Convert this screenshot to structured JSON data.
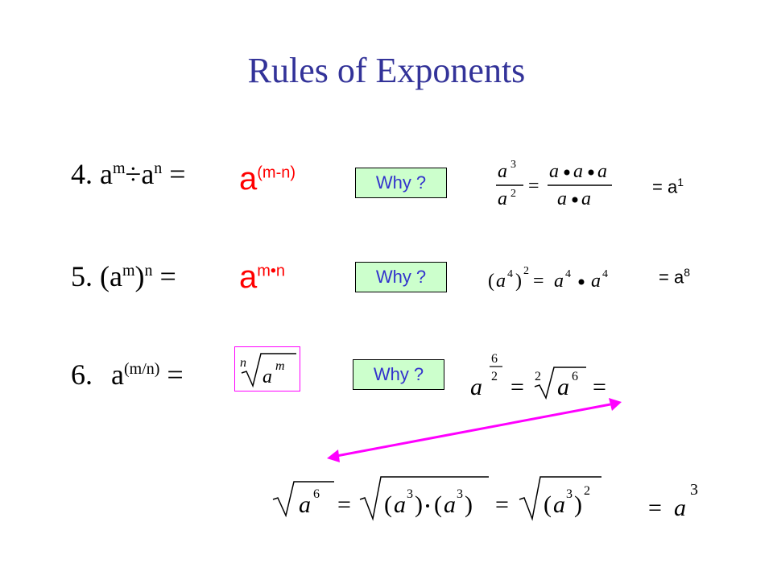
{
  "title": "Rules of Exponents",
  "rules": [
    {
      "number": "4.",
      "lhs": "a^m ÷ a^n =",
      "answer_base": "a",
      "answer_exp": "(m-n)",
      "why": "Why ?",
      "result_text": "= a",
      "result_exp": "1"
    },
    {
      "number": "5.",
      "lhs": "(a^m)^n =",
      "answer_base": "a",
      "answer_exp": "m•n",
      "why": "Why ?",
      "result_text": "= a",
      "result_exp": "8"
    },
    {
      "number": "6.",
      "lhs": "a^(m/n) =",
      "answer": "n√(a^m)",
      "why": "Why ?"
    }
  ],
  "labels": {
    "r4_num": "4.",
    "r4_a1": "a",
    "r4_m": "m",
    "r4_div": "÷",
    "r4_a2": "a",
    "r4_n": "n",
    "r4_eq": " =",
    "r5_num": "5.",
    "r5_open": "(a",
    "r5_m": "m",
    "r5_close": ")",
    "r5_n": "n",
    "r5_eq": " =",
    "r6_num": "6.",
    "r6_a": "a",
    "r6_exp": "(m/n)",
    "r6_eq": " ="
  },
  "colors": {
    "title": "#333399",
    "answer": "#ff0000",
    "why_bg": "#ccffcc",
    "why_text": "#3333cc",
    "box_border": "#ff00ff",
    "arrow": "#ff00ff"
  }
}
